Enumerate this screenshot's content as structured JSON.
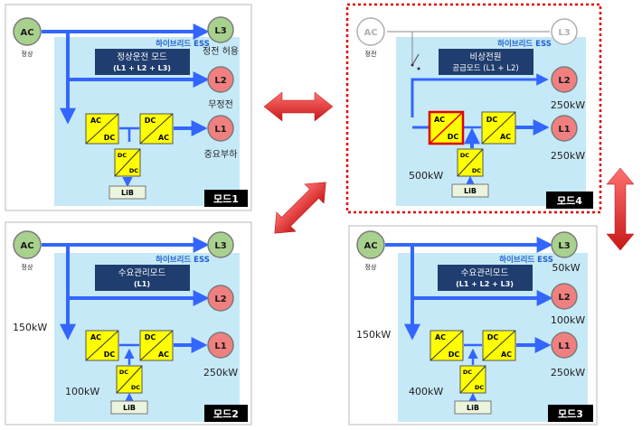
{
  "panels": {
    "mode1": {
      "ac": "AC",
      "ac_status": "정상",
      "ess_title": "하이브리드 ESS",
      "mode_name": "정상운전 모드",
      "mode_loads": "(L1 + L2 + L3)",
      "l3": "L3",
      "l3_note": "정전 허용",
      "l2": "L2",
      "l2_note": "무정전",
      "l1": "L1",
      "l1_note": "중요부하",
      "conv_acdc": [
        "AC",
        "DC"
      ],
      "conv_dcac": [
        "DC",
        "AC"
      ],
      "conv_dcdc": [
        "DC",
        "DC"
      ],
      "lib": "LiB",
      "badge": "모드1"
    },
    "mode2": {
      "ac": "AC",
      "ac_status": "정상",
      "ess_title": "하이브리드 ESS",
      "mode_name": "수요관리모드",
      "mode_loads": "(L1)",
      "l3": "L3",
      "l2": "L2",
      "l1": "L1",
      "grid_power": "150kW",
      "l1_power": "250kW",
      "bess_power": "100kW",
      "conv_acdc": [
        "AC",
        "DC"
      ],
      "conv_dcac": [
        "DC",
        "AC"
      ],
      "conv_dcdc": [
        "DC",
        "DC"
      ],
      "lib": "LiB",
      "badge": "모드2"
    },
    "mode3": {
      "ac": "AC",
      "ac_status": "정상",
      "ess_title": "하이브리드 ESS",
      "mode_name": "수요관리모드",
      "mode_loads": "(L1 + L2 + L3)",
      "l3": "L3",
      "l2": "L2",
      "l1": "L1",
      "grid_power": "150kW",
      "l3_power": "50kW",
      "l2_power": "100kW",
      "l1_power": "250kW",
      "bess_power": "400kW",
      "conv_acdc": [
        "AC",
        "DC"
      ],
      "conv_dcac": [
        "DC",
        "AC"
      ],
      "conv_dcdc": [
        "DC",
        "DC"
      ],
      "lib": "LiB",
      "badge": "모드3"
    },
    "mode4": {
      "ac": "AC",
      "ac_status": "정전",
      "ess_title": "하이브리드 ESS",
      "mode_name": "비상전원",
      "mode_loads": "공급모드 (L1 + L2)",
      "l3": "L3",
      "l2": "L2",
      "l1": "L1",
      "l2_power": "250kW",
      "l1_power": "250kW",
      "bess_power": "500kW",
      "conv_acdc": [
        "AC",
        "DC"
      ],
      "conv_dcac": [
        "DC",
        "AC"
      ],
      "conv_dcdc": [
        "DC",
        "DC"
      ],
      "lib": "LiB",
      "badge": "모드4"
    }
  },
  "colors": {
    "ac_fill": "#a9d18e",
    "load_fill": "#f08080",
    "ess_bg": "#c6e9f7",
    "conv_fill": "#ffff00",
    "flow_blue": "#3366ff",
    "transition_red": "#e03030",
    "outage_border": "#e00000",
    "outage_gray": "#b0b0b0"
  }
}
